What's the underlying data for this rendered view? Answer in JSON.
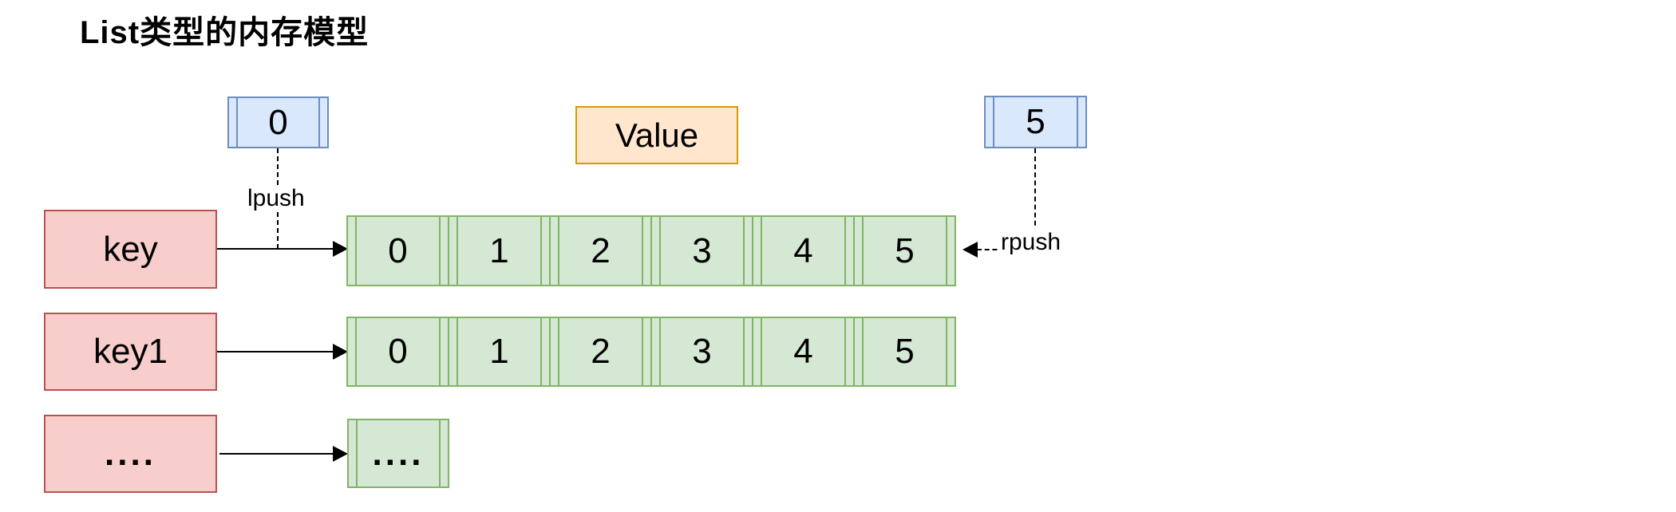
{
  "title": "List类型的内存模型",
  "palette": {
    "blue_fill": "#dae8fc",
    "blue_border": "#6c8ebf",
    "orange_fill": "#ffe6cc",
    "orange_border": "#d79b00",
    "red_fill": "#f8cecc",
    "red_border": "#b85450",
    "green_fill": "#d5e8d4",
    "green_border": "#82b366",
    "line_color": "#000000"
  },
  "ops": {
    "lpush_arg": "0",
    "rpush_arg": "5",
    "lpush_label": "lpush",
    "rpush_label": "rpush"
  },
  "value_box": {
    "label": "Value"
  },
  "rows": [
    {
      "key": "key",
      "cells": [
        "0",
        "1",
        "2",
        "3",
        "4",
        "5"
      ]
    },
    {
      "key": "key1",
      "cells": [
        "0",
        "1",
        "2",
        "3",
        "4",
        "5"
      ]
    },
    {
      "key": "....",
      "cells": [
        "...."
      ]
    }
  ]
}
